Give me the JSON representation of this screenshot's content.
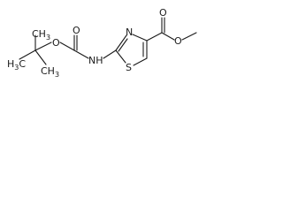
{
  "molecule": {
    "atoms": {
      "ch3_top": "CH",
      "ch3_top_sub": "3",
      "h3c_mid": "H",
      "h3c_mid_sub": "3",
      "h3c_mid_c": "C",
      "ch3_bottom": "CH",
      "ch3_bottom_sub": "3",
      "o_ester_boc": "O",
      "o_carbonyl_boc": "O",
      "nh": "NH",
      "n_ring": "N",
      "s_ring": "S",
      "o_carbonyl_ester": "O",
      "o_ester_methyl": "O"
    }
  }
}
